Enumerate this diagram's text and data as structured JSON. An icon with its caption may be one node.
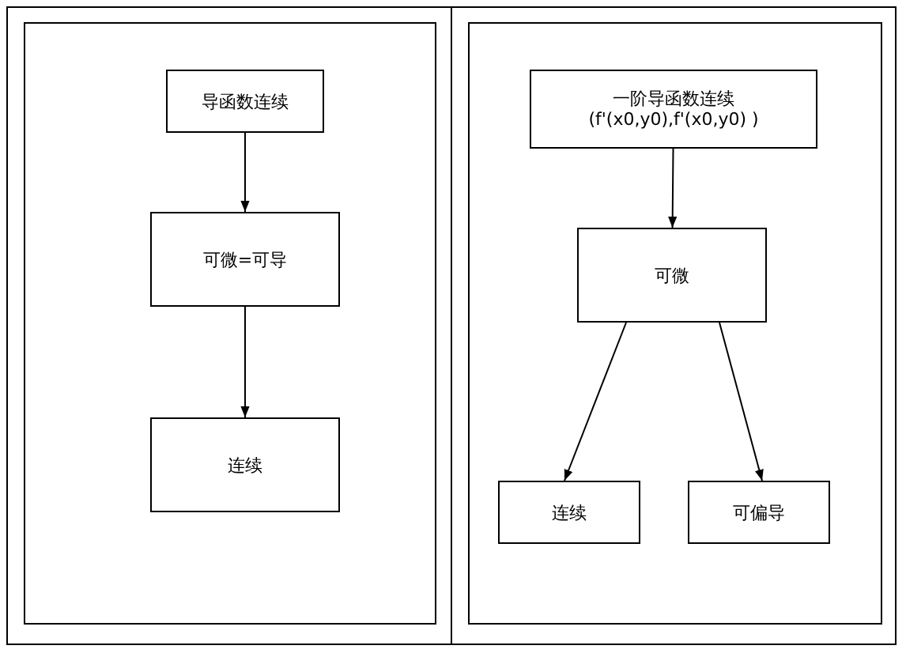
{
  "diagram": {
    "nodes": [
      {
        "text": [
          "导函数连续"
        ]
      },
      {
        "text": [
          "可微=可导"
        ]
      },
      {
        "text": [
          "连续"
        ]
      },
      {
        "text": [
          "一阶导函数连续 (f'(x0,y0),f'(x0,y0) )"
        ]
      },
      {
        "text": [
          "可微"
        ]
      },
      {
        "text": [
          "连续"
        ]
      },
      {
        "text": [
          "可偏导"
        ]
      }
    ],
    "edges": [
      {
        "from": 0,
        "to": 1,
        "arrow": "to"
      },
      {
        "from": 1,
        "to": 2,
        "arrow": "to"
      },
      {
        "from": 3,
        "to": 4,
        "arrow": "to"
      },
      {
        "from": 4,
        "to": 5,
        "arrow": "to"
      },
      {
        "from": 4,
        "to": 6,
        "arrow": "to"
      }
    ]
  }
}
